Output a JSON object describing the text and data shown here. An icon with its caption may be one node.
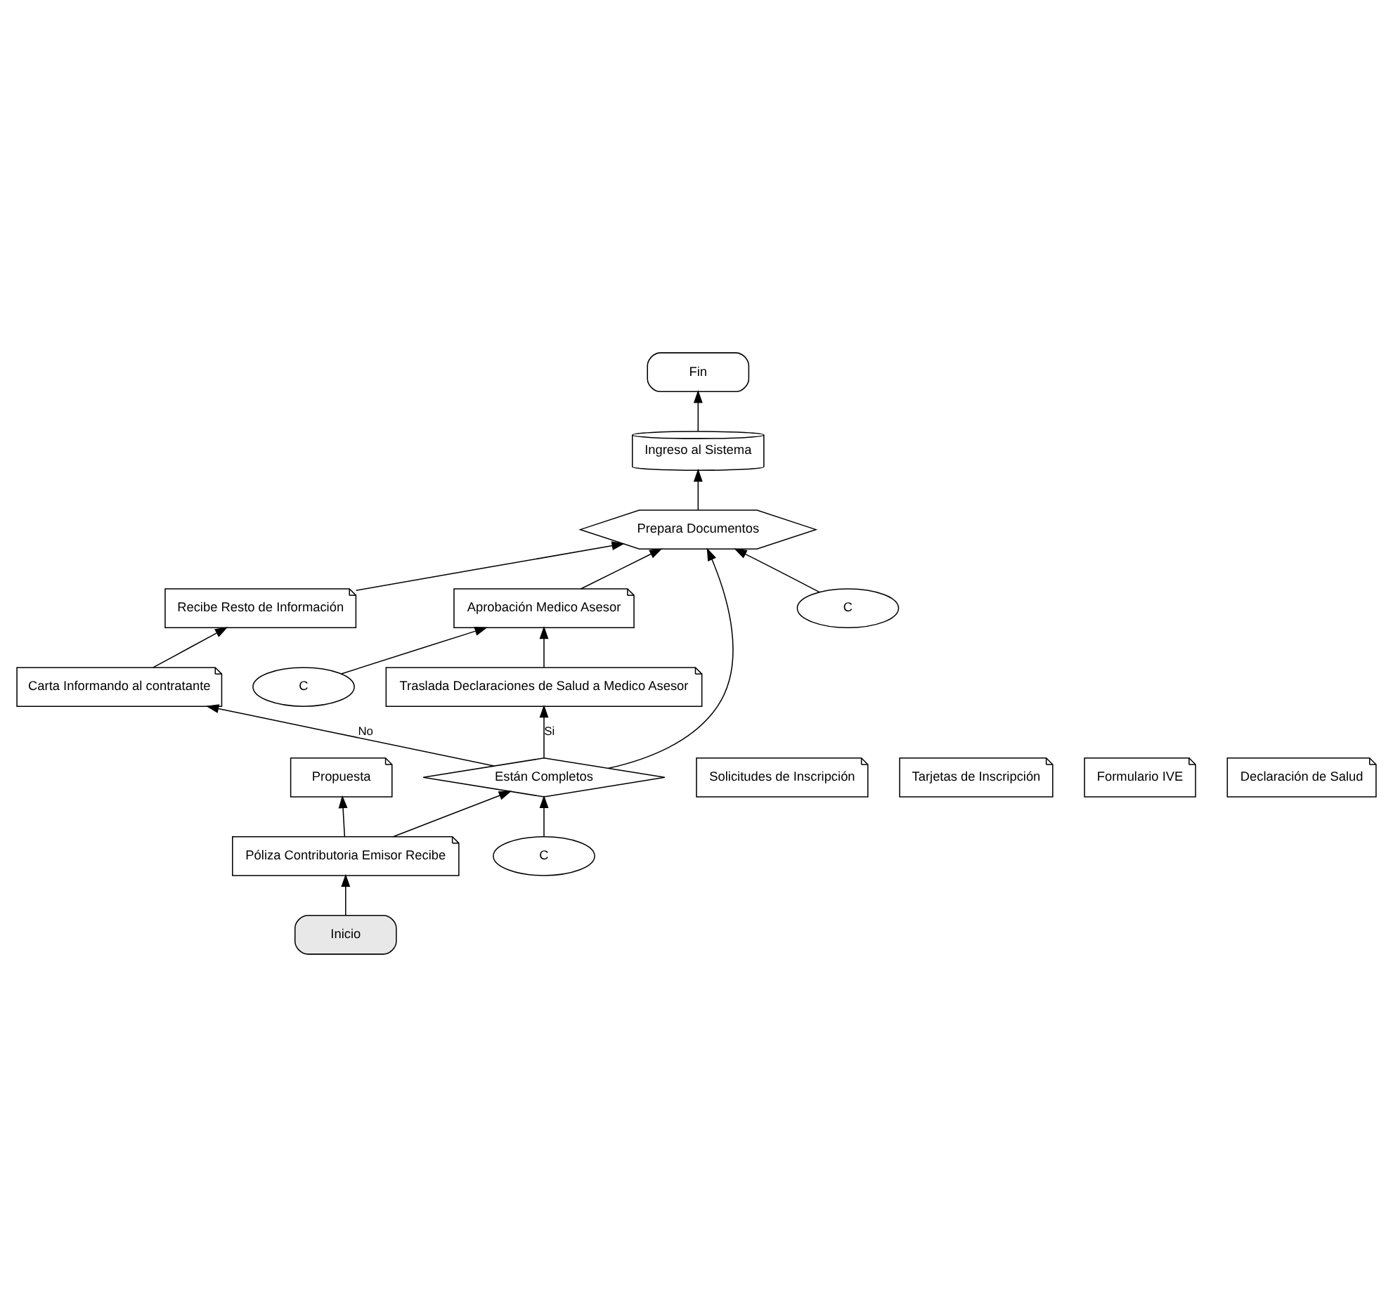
{
  "diagram": {
    "nodes": [
      {
        "text": [
          "Inicio"
        ]
      },
      {
        "text": [
          "Póliza Contributoria Emisor Recibe"
        ]
      },
      {
        "text": [
          "C"
        ]
      },
      {
        "text": [
          "Están Completos"
        ]
      },
      {
        "text": [
          "Traslada Declaraciones de Salud a Medico Asesor"
        ]
      },
      {
        "text": [
          "C"
        ]
      },
      {
        "text": [
          "Aprobación Medico Asesor"
        ]
      },
      {
        "text": [
          "Carta Informando al contratante"
        ]
      },
      {
        "text": [
          "Recibe Resto de Información"
        ]
      },
      {
        "text": [
          "Prepara Documentos"
        ]
      },
      {
        "text": [
          "C"
        ]
      },
      {
        "text": [
          "Ingreso al Sistema"
        ]
      },
      {
        "text": [
          "Fin"
        ]
      },
      {
        "text": [
          "Propuesta"
        ]
      },
      {
        "text": [
          "Solicitudes de Inscripción"
        ]
      },
      {
        "text": [
          "Tarjetas de Inscripción"
        ]
      },
      {
        "text": [
          "Formulario IVE"
        ]
      },
      {
        "text": [
          "Declaración de Salud"
        ]
      }
    ],
    "edges": [
      {
        "from": 0,
        "to": 1,
        "arrow": "to"
      },
      {
        "from": 1,
        "to": 3,
        "arrow": "to"
      },
      {
        "from": 2,
        "to": 3,
        "arrow": "to"
      },
      {
        "from": 3,
        "to": 4,
        "arrow": "to",
        "label": "Si"
      },
      {
        "from": 3,
        "to": 7,
        "arrow": "to",
        "label": "No"
      },
      {
        "from": 4,
        "to": 6,
        "arrow": "to"
      },
      {
        "from": 5,
        "to": 6,
        "arrow": "to"
      },
      {
        "from": 3,
        "to": 9,
        "arrow": "to"
      },
      {
        "from": 6,
        "to": 9,
        "arrow": "to"
      },
      {
        "from": 7,
        "to": 8,
        "arrow": "to"
      },
      {
        "from": 8,
        "to": 9,
        "arrow": "to"
      },
      {
        "from": 10,
        "to": 9,
        "arrow": "to"
      },
      {
        "from": 9,
        "to": 11,
        "arrow": "to"
      },
      {
        "from": 11,
        "to": 12,
        "arrow": "to"
      },
      {
        "from": 1,
        "to": 13,
        "arrow": "to"
      }
    ]
  }
}
